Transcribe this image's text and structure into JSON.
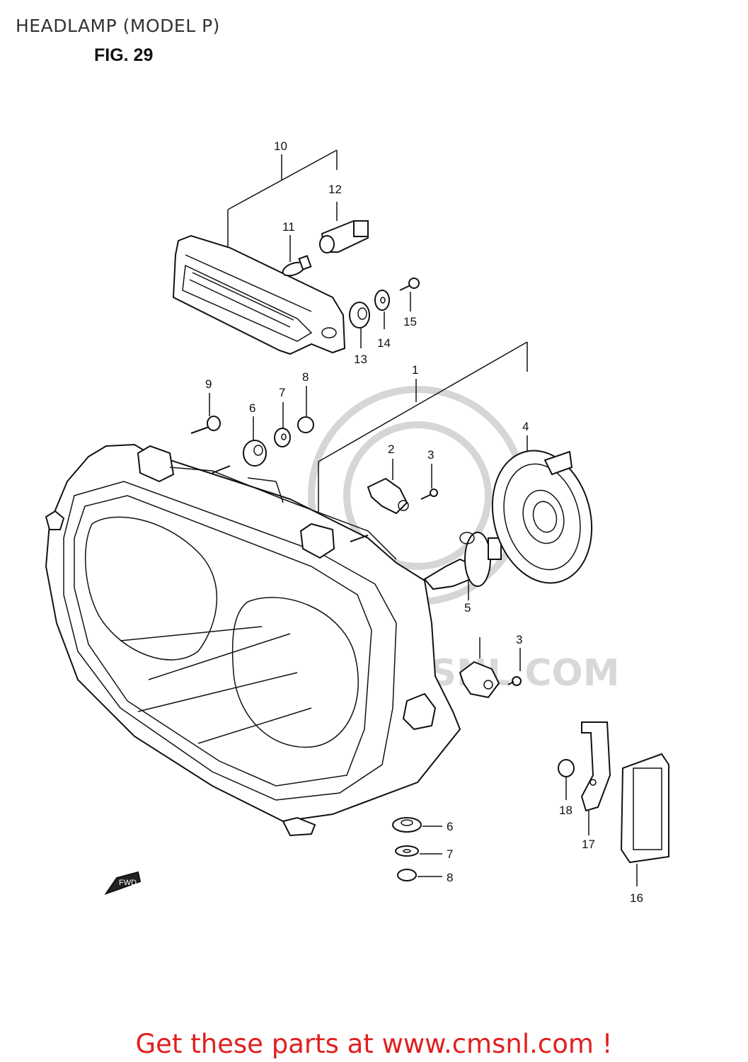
{
  "header": {
    "title": "HEADLAMP (MODEL P)",
    "figure": "FIG. 29"
  },
  "parts": {
    "p1": "1",
    "p2": "2",
    "p3a": "3",
    "p3b": "3",
    "p4": "4",
    "p5": "5",
    "p6a": "6",
    "p6b": "6",
    "p7a": "7",
    "p7b": "7",
    "p8a": "8",
    "p8b": "8",
    "p9": "9",
    "p10": "10",
    "p11": "11",
    "p12": "12",
    "p13": "13",
    "p14": "14",
    "p15": "15",
    "p16": "16",
    "p17": "17",
    "p18": "18"
  },
  "fwd_arrow": "FWD",
  "watermark": "WWW.CMSNL.COM",
  "footer": {
    "cta": "Get these parts at www.cmsnl.com !"
  }
}
